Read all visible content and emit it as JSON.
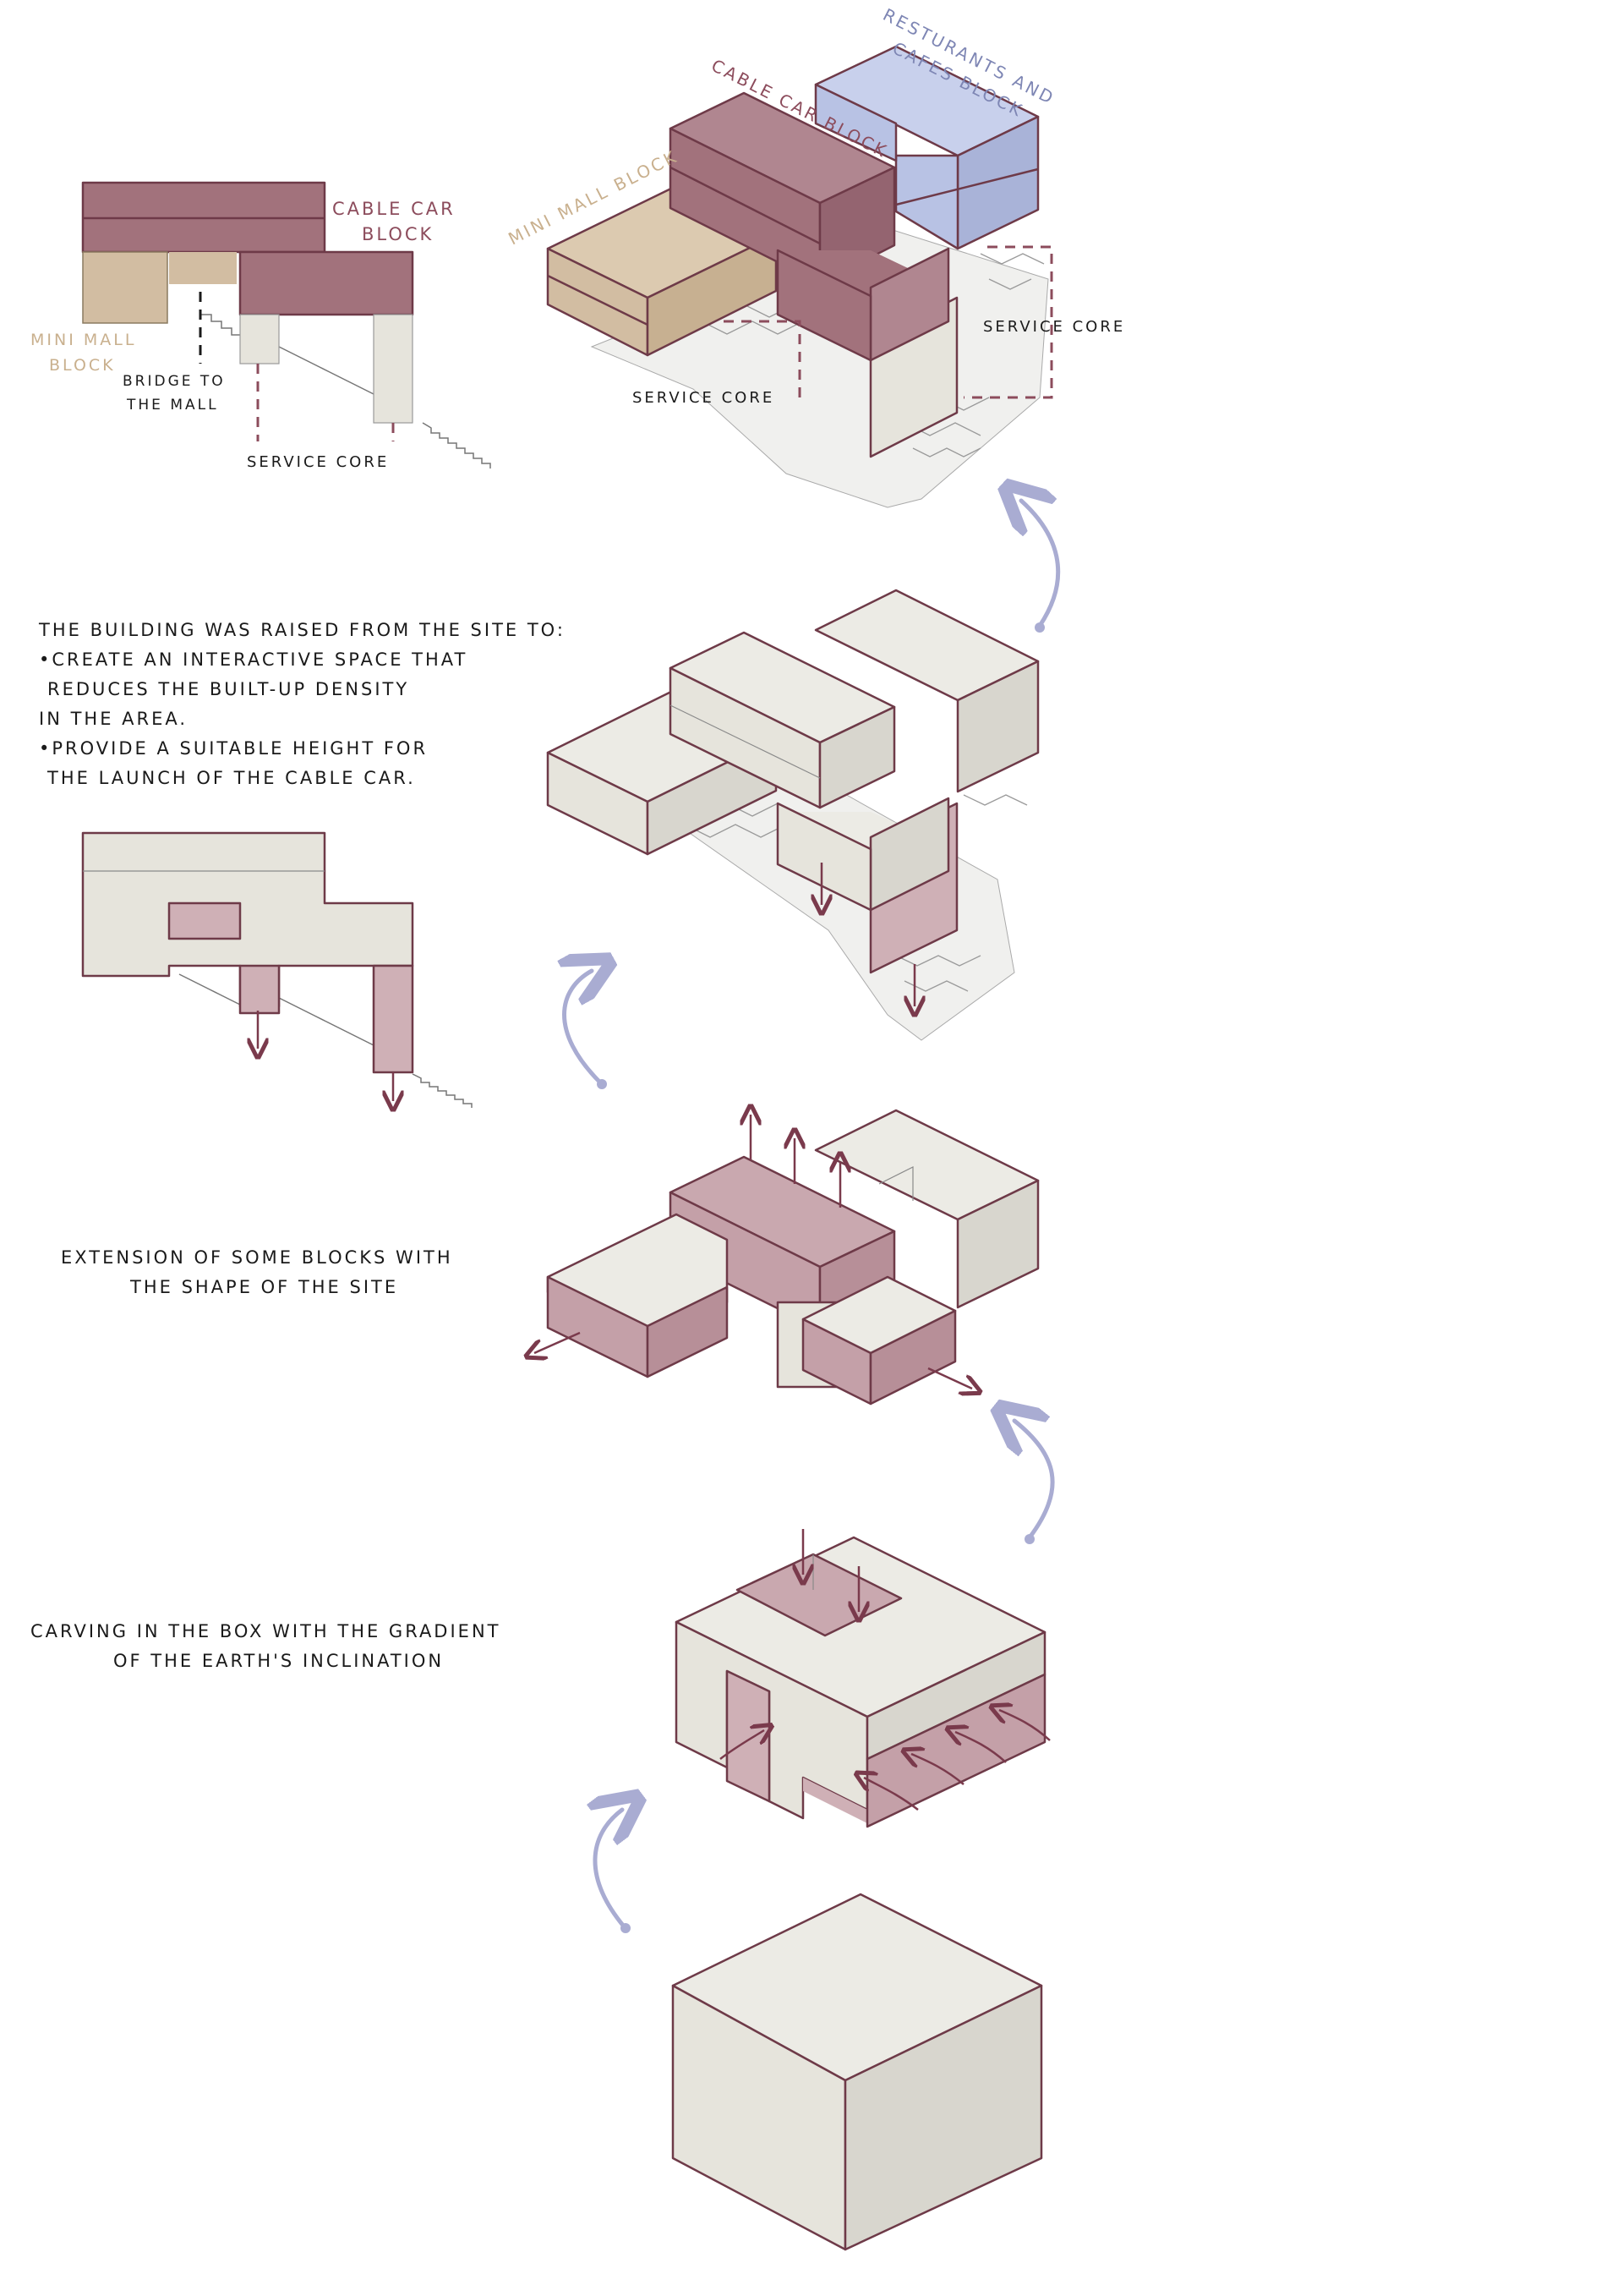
{
  "colors": {
    "stone": "#e6e4dc",
    "stone_dark": "#d2d0c7",
    "maroon_block": "#a2727c",
    "maroon_light": "#cfb0b6",
    "tan_block": "#d2bda2",
    "blue_block": "#b8c2e4",
    "outline": "#6e3a48",
    "flow_arrow": "#a9acd2"
  },
  "section": {
    "cable_car_block": [
      "Cable car",
      "block"
    ],
    "mini_mall_block": [
      "MINI MALL",
      "BLOCK"
    ],
    "bridge_to_mall": [
      "BRIDGE TO",
      "THE MALL"
    ],
    "service_core": "SERVICE CORE"
  },
  "top_iso": {
    "restaurants_block": [
      "RESTURANTS AND",
      "CAFES BLOCK"
    ],
    "cable_car_block": "CABLE CAR BLOCK",
    "mini_mall_block": "MINI MALL BLOCK",
    "service_core_right": "SERVICE CORE",
    "service_core_left": "SERVICE CORE"
  },
  "raised_text": [
    "The building was raised from the site to:",
    "•Create an interactive space that",
    " reduces the built-up density",
    "in the area.",
    "•Provide a suitable height for",
    " the launch of the cable car."
  ],
  "extension_text": [
    "Extension of some blocks with",
    "the shape of the site"
  ],
  "carving_text": [
    "Carving in the box with the gradient",
    "of the earth's inclination"
  ]
}
